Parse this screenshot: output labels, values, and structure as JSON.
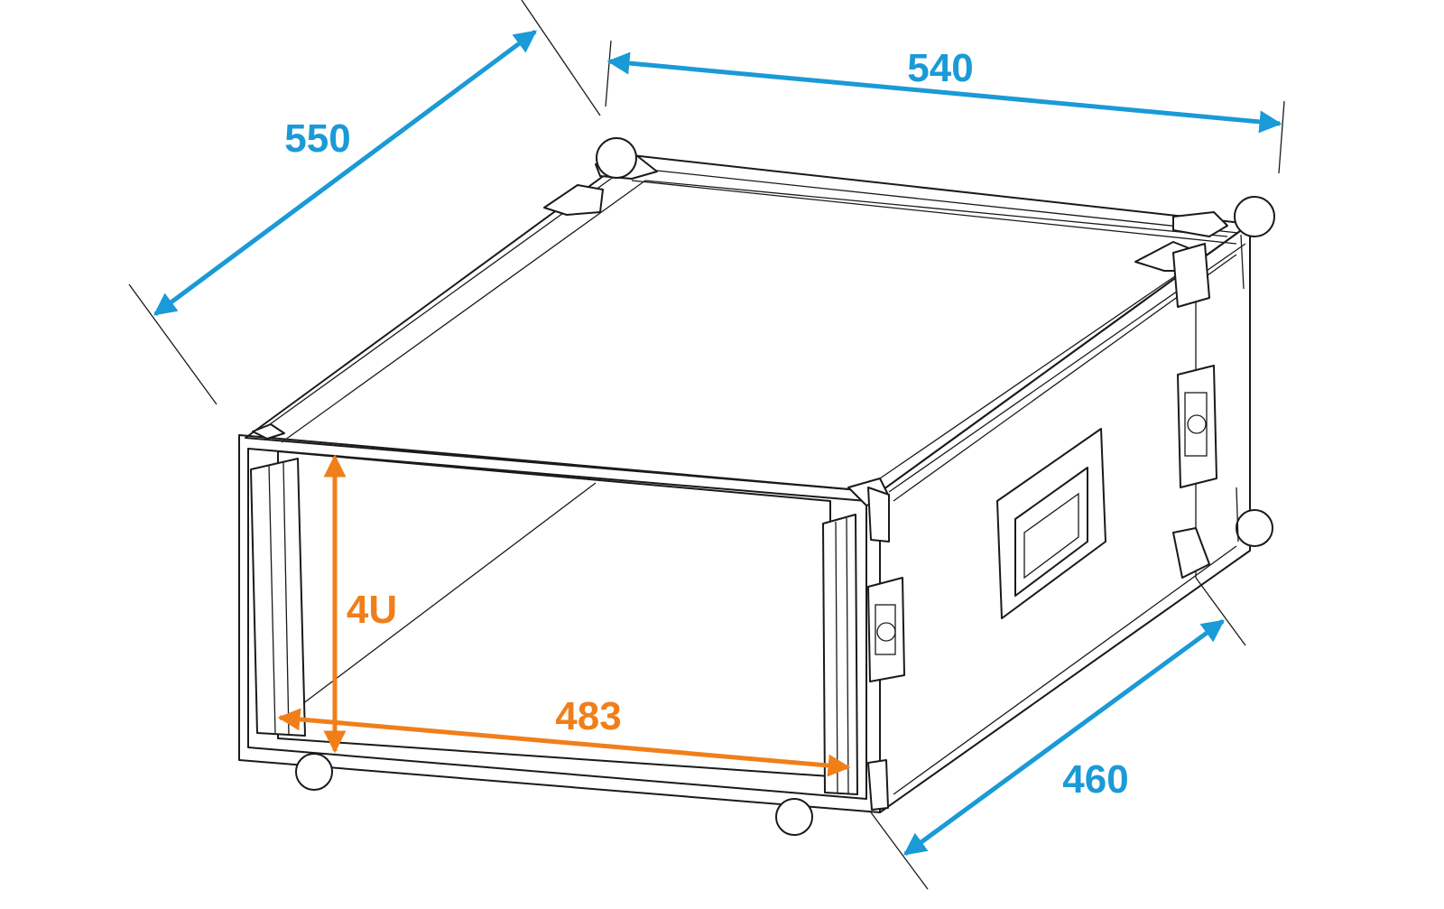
{
  "colors": {
    "outer_dimension": "#1a9ad6",
    "inner_dimension": "#f07f1a",
    "outline": "#1a1a1a",
    "background": "#ffffff"
  },
  "dimensions": {
    "depth": "550",
    "width": "540",
    "height": "460",
    "rack_width": "483",
    "rack_units": "4U"
  }
}
